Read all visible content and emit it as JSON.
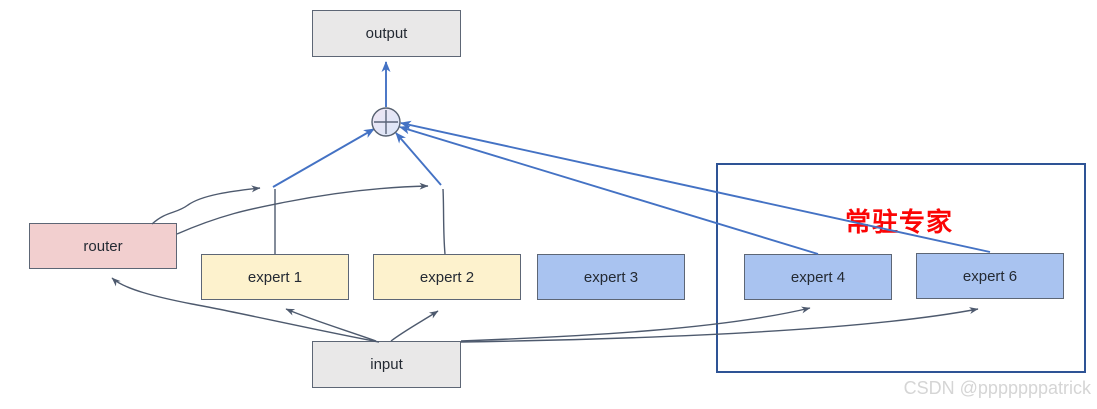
{
  "diagram": {
    "nodes": {
      "output": "output",
      "input": "input",
      "router": "router",
      "expert1": "expert 1",
      "expert2": "expert 2",
      "expert3": "expert 3",
      "expert4": "expert 4",
      "expert6": "expert 6"
    },
    "resident_group_label": "常驻专家",
    "icons": {
      "sum_node": "⊕"
    },
    "colors": {
      "node_fill_grey": "#e9e8e8",
      "node_fill_pink": "#f2cfcf",
      "node_fill_yellow": "#fdf2cd",
      "node_fill_blue": "#a9c3f0",
      "node_border": "#5d6675",
      "group_border": "#2e5395",
      "group_label_red": "#fb0505",
      "arrow_blue": "#4472c4",
      "arrow_dark": "#4e5a6e",
      "sum_fill_top": "#f1e6f3",
      "sum_fill_bottom": "#d8e5f8",
      "watermark_grey": "#d5d5d5"
    }
  },
  "watermark": {
    "text": "CSDN @pppppppatrick"
  }
}
